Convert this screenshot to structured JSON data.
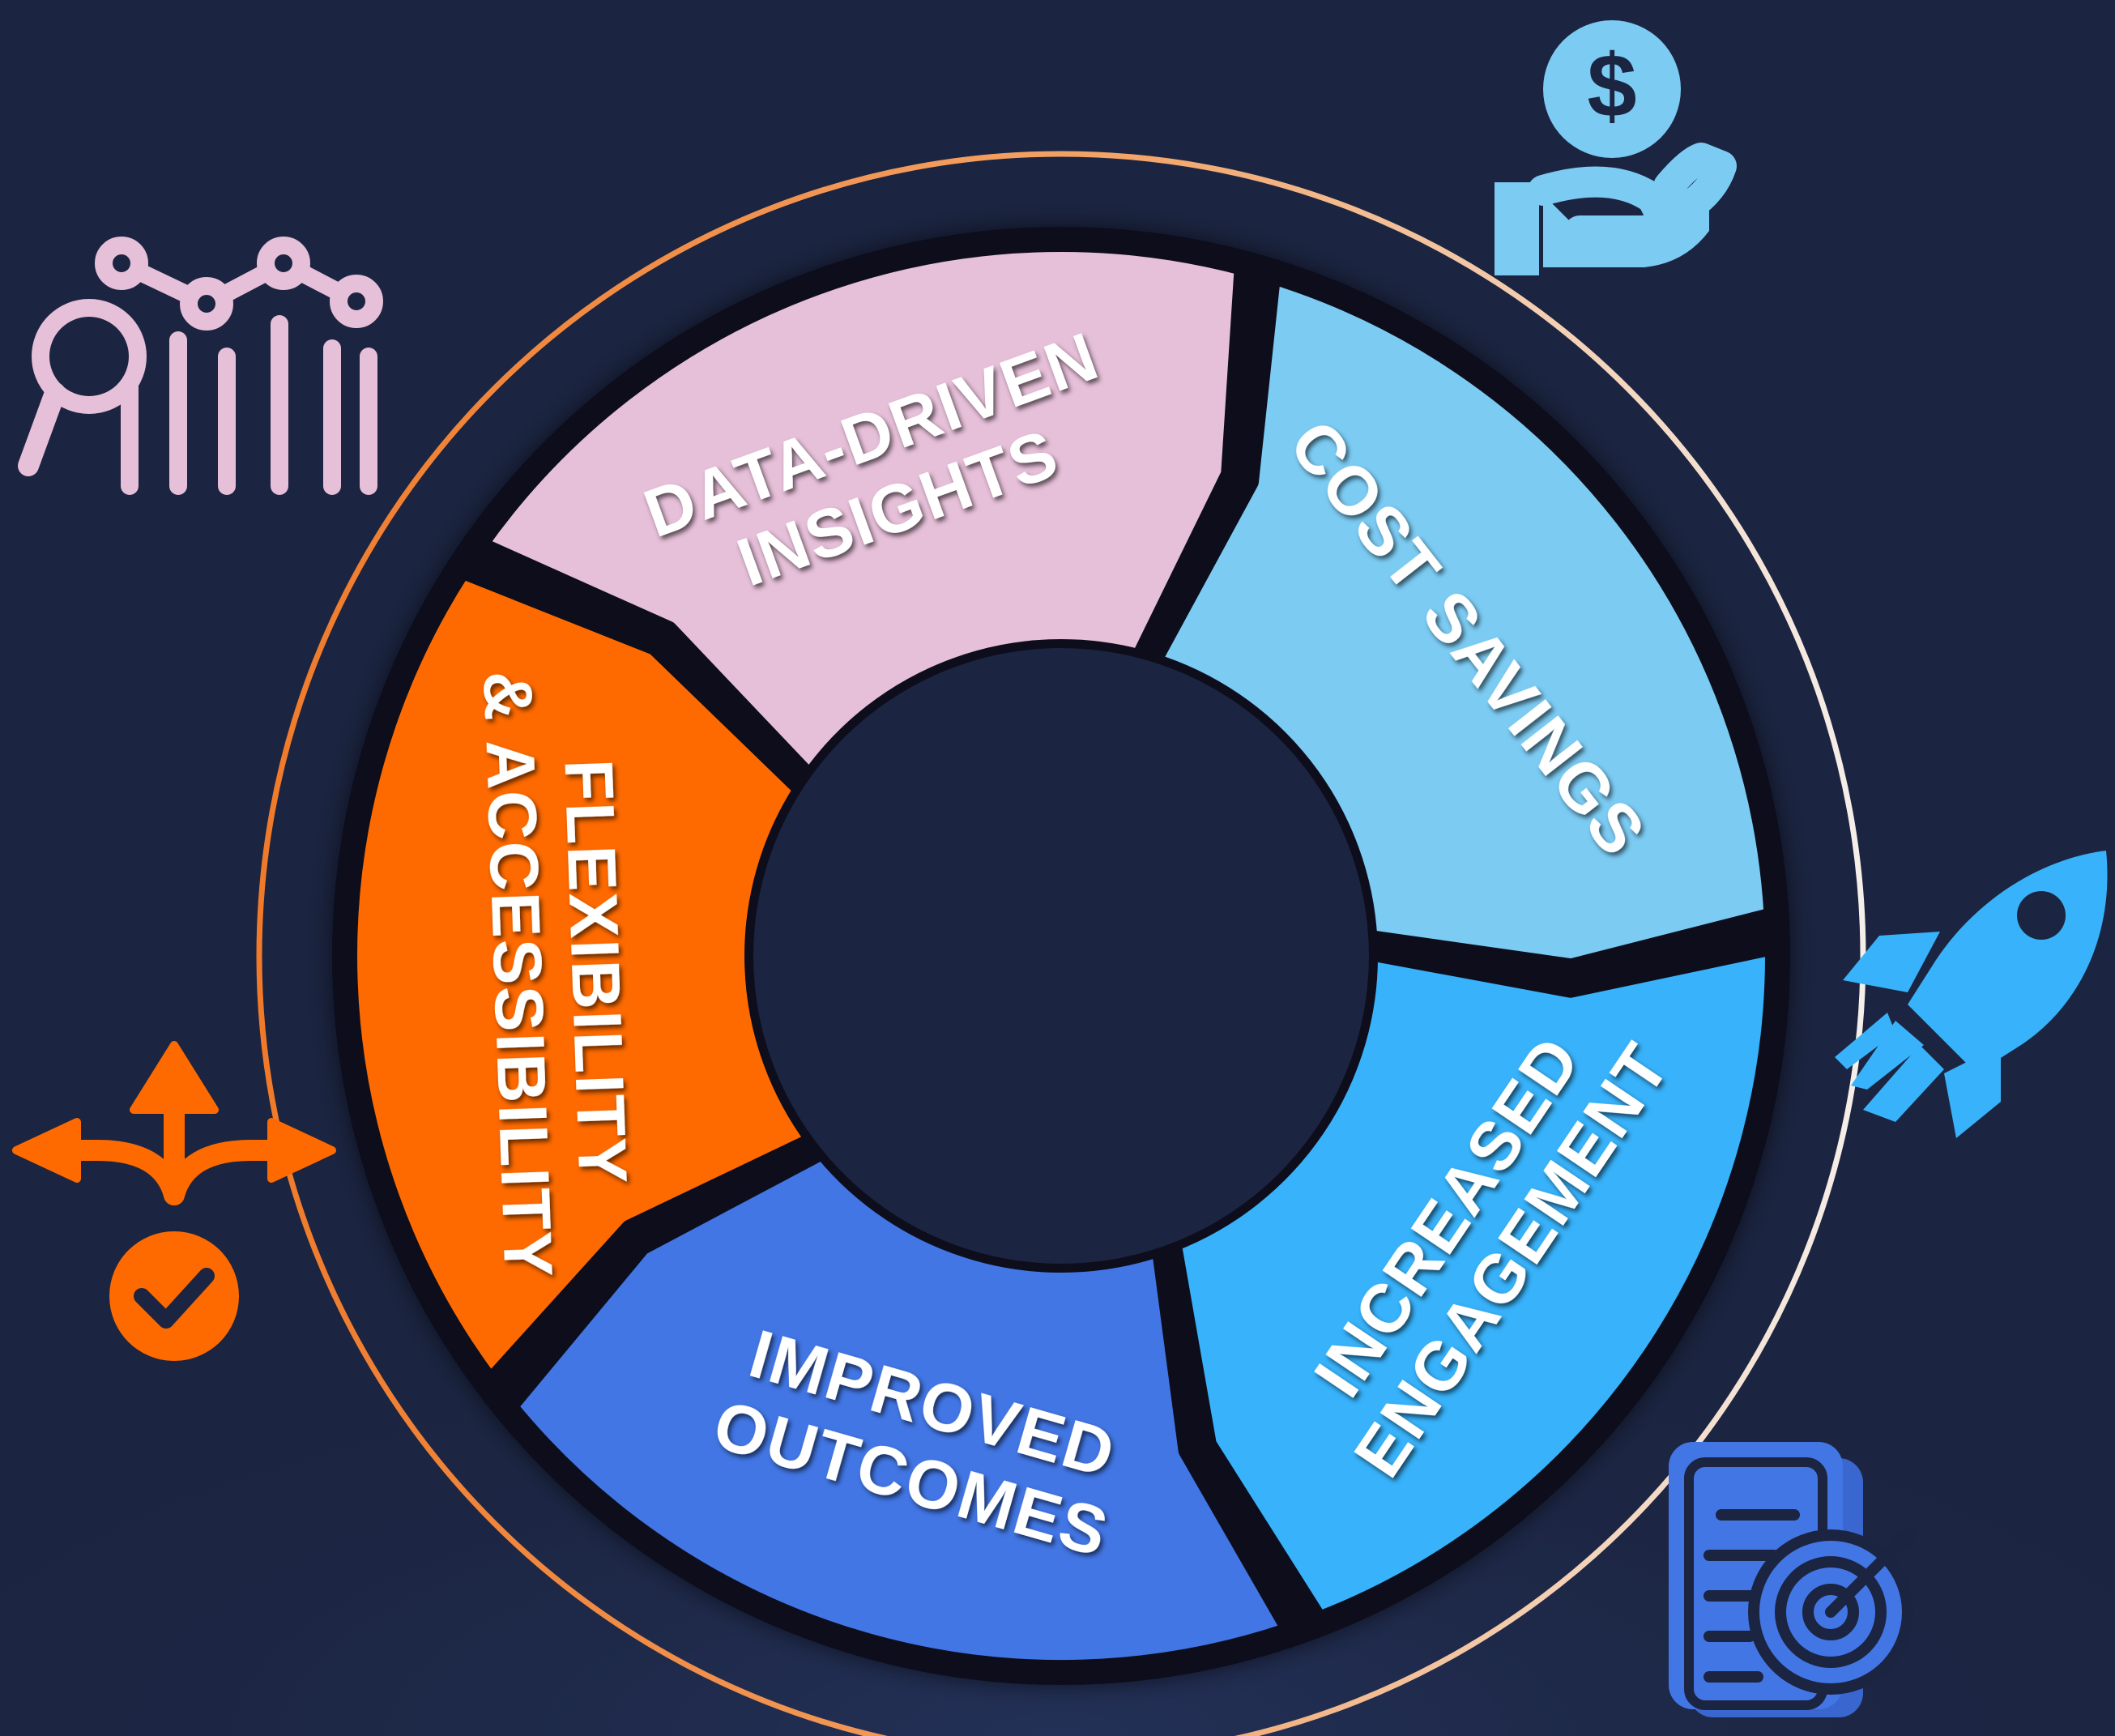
{
  "diagram": {
    "type": "cycle",
    "segments": [
      {
        "key": "data",
        "lines": [
          "DATA-DRIVEN",
          "INSIGHTS"
        ],
        "color": "#e6bfd8",
        "icon": "chart-magnifier-icon",
        "icon_color": "#e6bfd8"
      },
      {
        "key": "cost",
        "lines": [
          "COST SAVINGS"
        ],
        "color": "#7ccbf3",
        "icon": "money-hand-icon",
        "icon_color": "#7ccbf3"
      },
      {
        "key": "engagement",
        "lines": [
          "INCREASED",
          "ENGAGEMENT"
        ],
        "color": "#38b2fa",
        "icon": "rocket-icon",
        "icon_color": "#38b2fa"
      },
      {
        "key": "outcomes",
        "lines": [
          "IMPROVED",
          "OUTCOMES"
        ],
        "color": "#4276e4",
        "icon": "document-target-icon",
        "icon_color": "#4276e4"
      },
      {
        "key": "flexibility",
        "lines": [
          "FLEXIBILITY",
          "& ACCESSIBILITY"
        ],
        "color": "#fe6a00",
        "icon": "arrows-check-icon",
        "icon_color": "#fe6a00"
      }
    ],
    "colors": {
      "background": "#1b2440",
      "gap": "#0b0f1c",
      "ring_orange": "#f07a2a",
      "ring_white": "#f3e7e0"
    }
  }
}
